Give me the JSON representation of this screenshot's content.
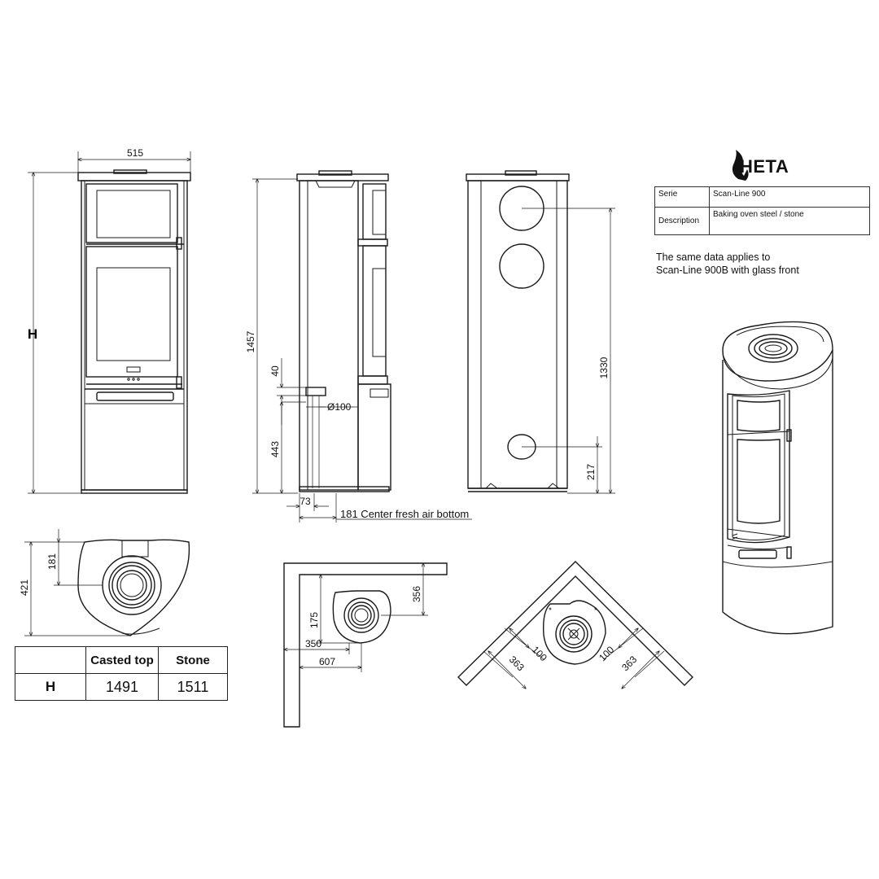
{
  "brand": {
    "name": "HETA",
    "logo": "flame-logo-icon"
  },
  "spec_table": {
    "rows": [
      {
        "key": "Serie",
        "value": "Scan-Line 900"
      },
      {
        "key": "Description",
        "value": "Baking oven steel / stone"
      }
    ]
  },
  "note": {
    "line1": "The same data applies to",
    "line2": "Scan-Line 900B with glass front"
  },
  "front_view": {
    "width": "515",
    "height_label": "H"
  },
  "side_view": {
    "height": "1457",
    "pipe_offset": "40",
    "inlet_height": "443",
    "inlet_depth": "73",
    "inlet_diameter": "Ø100",
    "center_fresh_air": "181 Center fresh air bottom"
  },
  "rear_view": {
    "outlet_height": "1330",
    "lower_outlet_height": "217"
  },
  "top_view": {
    "depth": "421",
    "center_depth": "181"
  },
  "wall_clearance": {
    "side": "356",
    "back": "175",
    "center_side": "350",
    "total": "607"
  },
  "corner_clearance": {
    "left_distance": "100",
    "left_depth": "363",
    "right_distance": "100",
    "right_depth": "363"
  },
  "h_table": {
    "headers": [
      "",
      "Casted top",
      "Stone"
    ],
    "row": {
      "label": "H",
      "casted_top": "1491",
      "stone": "1511"
    }
  }
}
